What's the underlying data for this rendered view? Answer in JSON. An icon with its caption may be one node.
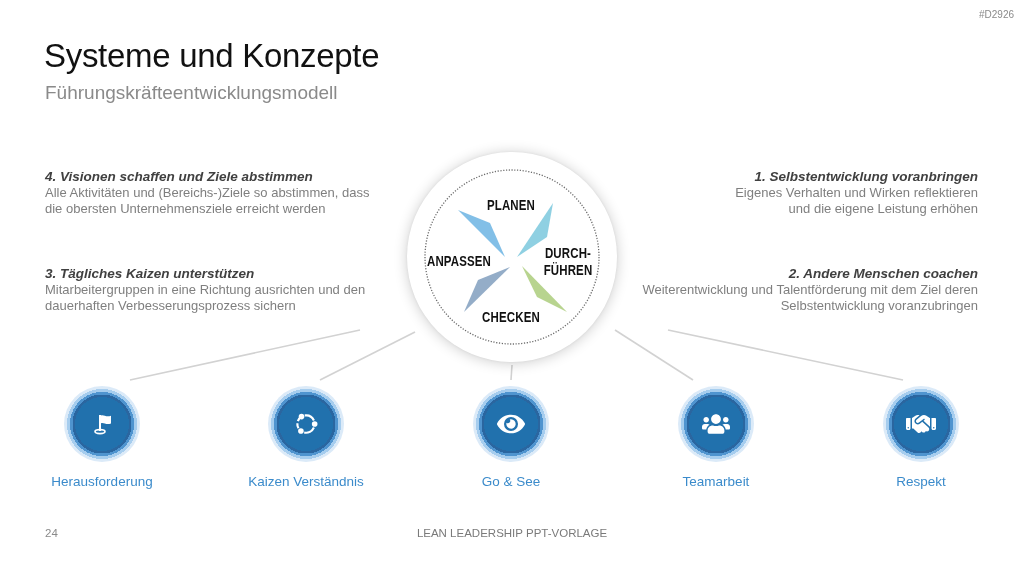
{
  "diagram": {
    "title": "Systeme und Konzepte",
    "nodes": [
      {
        "text": [
          "PLANEN",
          "ANPASSEN",
          "DURCH- FÜHREN",
          "CHECKEN"
        ]
      },
      {
        "text": [
          "Herausforderung"
        ]
      },
      {
        "text": [
          "Kaizen Verständnis"
        ]
      },
      {
        "text": [
          "Go & See"
        ]
      },
      {
        "text": [
          "Teamarbeit"
        ]
      },
      {
        "text": [
          "Respekt"
        ]
      }
    ],
    "edges": [
      {
        "from": 0,
        "to": 1,
        "arrow": "none"
      },
      {
        "from": 0,
        "to": 2,
        "arrow": "none"
      },
      {
        "from": 0,
        "to": 3,
        "arrow": "none"
      },
      {
        "from": 0,
        "to": 4,
        "arrow": "none"
      },
      {
        "from": 0,
        "to": 5,
        "arrow": "none"
      }
    ],
    "labels": [
      "#D2926",
      "Führungskräfteentwicklungsmodell",
      "4. Visionen schaffen und Ziele abstimmen",
      "Alle Aktivitäten und (Bereichs-)Ziele so abstimmen, dass die obersten Unternehmensziele erreicht werden",
      "1. Selbstentwicklung voranbringen",
      "Eigenes Verhalten und Wirken reflektieren und die eigene Leistung erhöhen",
      "3. Tägliches Kaizen unterstützen",
      "Mitarbeitergruppen in eine Richtung ausrichten und den dauerhaften Verbesserungsprozess sichern",
      "2. Andere Menschen coachen",
      "Weiterentwicklung und Talentförderung mit dem Ziel deren Selbstentwicklung voranzubringen",
      "24",
      "LEAN LEADERSHIP PPT-VORLAGE"
    ]
  }
}
